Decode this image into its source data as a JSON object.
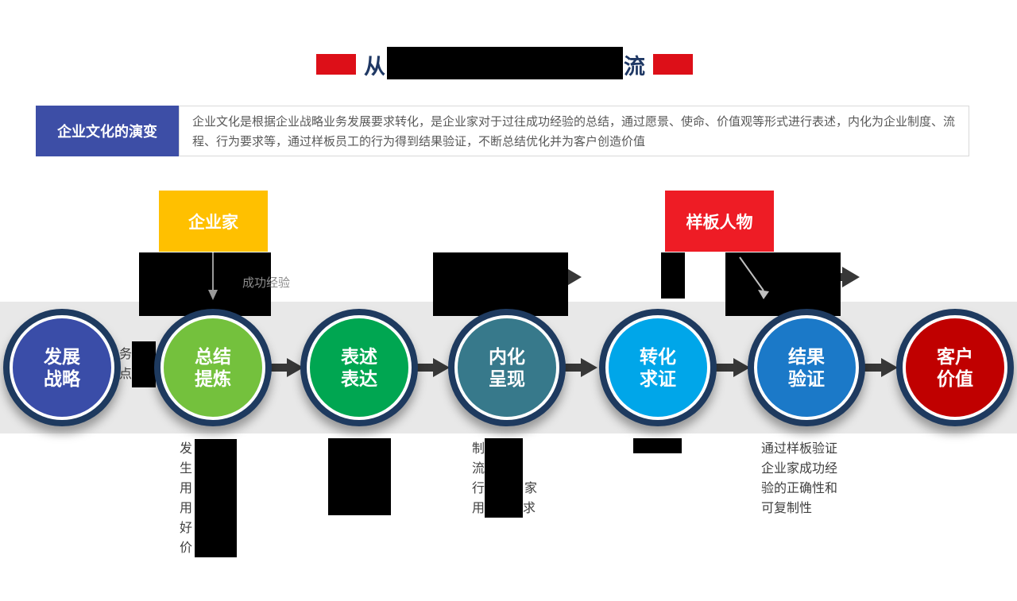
{
  "colors": {
    "accent_red": "#DD0F18",
    "navy": "#1F3864",
    "header_blue": "#3D4EA6",
    "yellow": "#FFC000",
    "bright_red": "#EE1C25",
    "band_gray": "#E8E8E8",
    "ring_navy": "#1E3A5F",
    "text_gray": "#595959",
    "note_gray": "#3F3F3F"
  },
  "title": {
    "fragment_left": "从",
    "fragment_right": "流"
  },
  "header": {
    "label": "企业文化的演变",
    "description": "企业文化是根据企业战略业务发展要求转化，是企业家对于过往成功经验的总结，通过愿景、使命、价值观等形式进行表述，内化为企业制度、流程、行为要求等，通过样板员工的行为得到结果验证，不断总结优化并为客户创造价值"
  },
  "actors": {
    "entrepreneur": "企业家",
    "role_model": "样板人物"
  },
  "labels": {
    "success_experience": "成功经验",
    "between_step1_2": [
      "务",
      "点"
    ]
  },
  "steps": [
    {
      "line1": "发展",
      "line2": "战略",
      "color": "#3A4DA8"
    },
    {
      "line1": "总结",
      "line2": "提炼",
      "color": "#74C13D"
    },
    {
      "line1": "表述",
      "line2": "表达",
      "color": "#00A651"
    },
    {
      "line1": "内化",
      "line2": "呈现",
      "color": "#37798B"
    },
    {
      "line1": "转化",
      "line2": "求证",
      "color": "#00A6E9"
    },
    {
      "line1": "结果",
      "line2": "验证",
      "color": "#1B79C8"
    },
    {
      "line1": "客户",
      "line2": "价值",
      "color": "#C00000"
    }
  ],
  "notes": {
    "step2_chars": [
      "发",
      "生",
      "用",
      "用",
      "好",
      "价"
    ],
    "step4_left_chars": [
      "制",
      "流",
      "行",
      "用"
    ],
    "step4_right_chars": [
      "家",
      "求"
    ],
    "step6_lines": [
      "通过样板验证",
      "企业家成功经",
      "验的正确性和",
      "可复制性"
    ]
  }
}
